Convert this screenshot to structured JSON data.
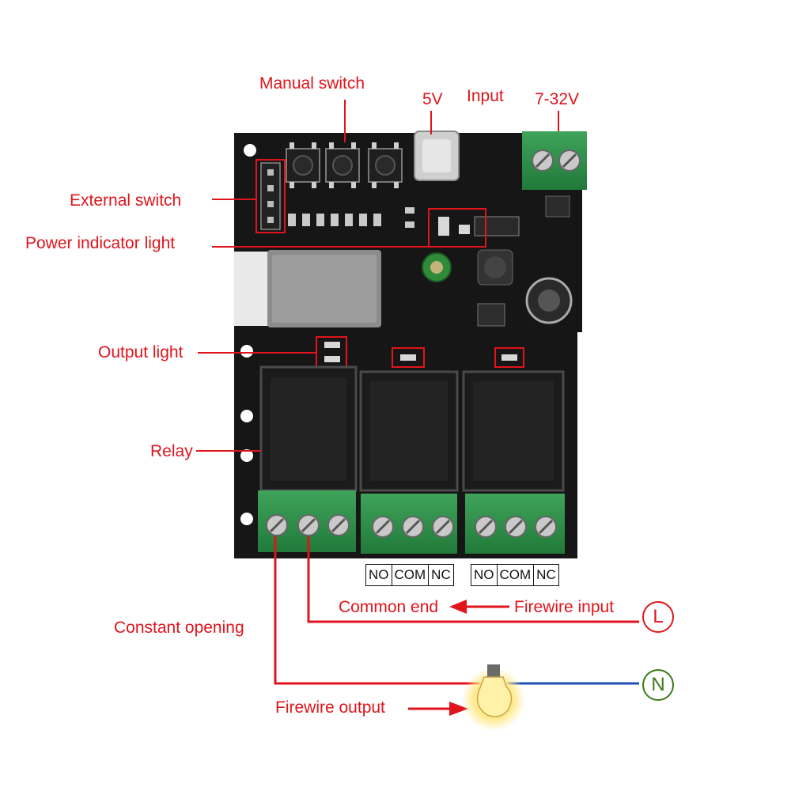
{
  "labels": {
    "manual_switch": "Manual switch",
    "v5": "5V",
    "input": "Input",
    "v7_32": "7-32V",
    "external_switch": "External switch",
    "power_indicator_light": "Power indicator light",
    "output_light": "Output light",
    "relay": "Relay",
    "common_end": "Common end",
    "firewire_input": "Firewire input",
    "constant_opening": "Constant opening",
    "firewire_output": "Firewire output"
  },
  "terminals_1": [
    "NO",
    "COM",
    "NC"
  ],
  "terminals_2": [
    "NO",
    "COM",
    "NC"
  ],
  "symbols": {
    "live": "L",
    "neutral": "N"
  },
  "colors": {
    "label_red": "#e0141c",
    "live_wire": "#e0141c",
    "neutral_wire": "#1e4fb5",
    "neutral_symbol": "#3a7a1e",
    "terminal_green": "#2e8f47",
    "pcb": "#161616"
  },
  "icons": [
    "light-bulb-icon",
    "live-terminal-icon",
    "neutral-terminal-icon"
  ]
}
